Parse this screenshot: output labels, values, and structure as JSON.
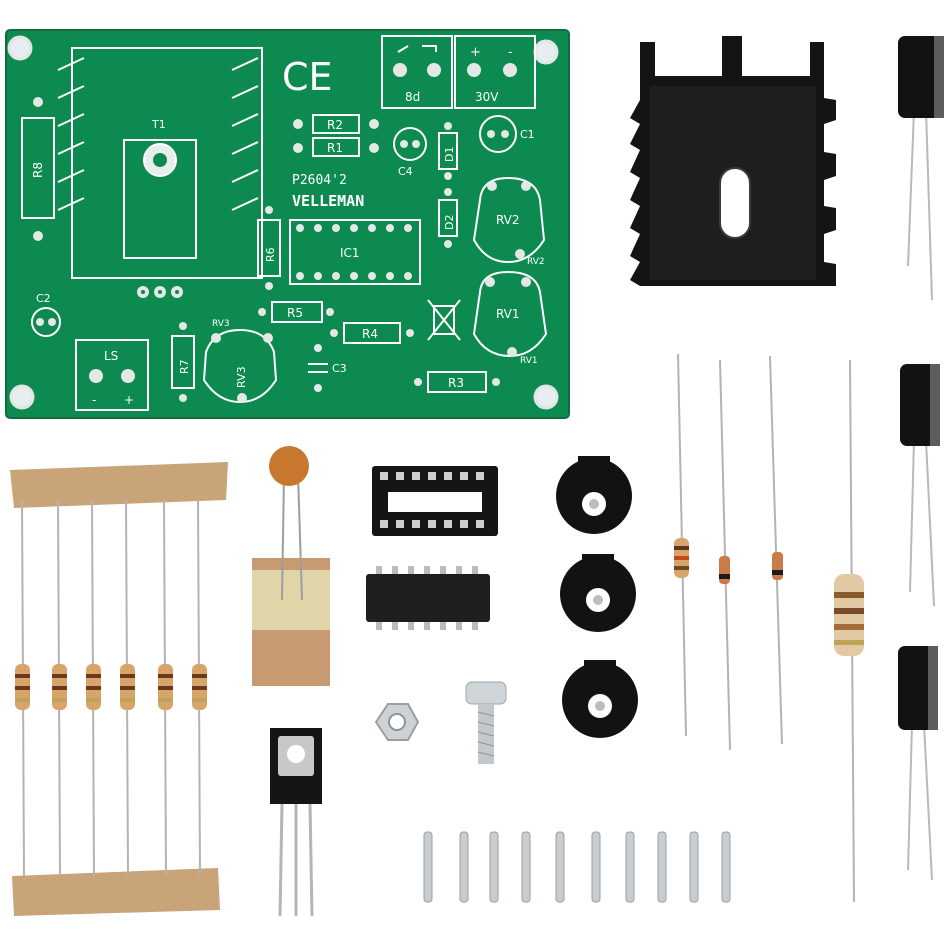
{
  "photo": {
    "background": "#ffffff",
    "pcb_color": "#0d8a4e"
  },
  "pcb": {
    "title": "P2604'2",
    "brand": "VELLEMAN",
    "ce_mark": "CE",
    "labels": {
      "t1": "T1",
      "r8": "R8",
      "r2": "R2",
      "r1": "R1",
      "c4": "C4",
      "d1": "D1",
      "d2": "D2",
      "c1": "C1",
      "rv2": "RV2",
      "rv2_pin": "RV2",
      "rv1": "RV1",
      "rv1_pin": "RV1",
      "ic1": "IC1",
      "r6": "R6",
      "r5": "R5",
      "r4": "R4",
      "r3": "R3",
      "r7": "R7",
      "rv3": "RV3",
      "rv3_top": "RV3",
      "c3": "C3",
      "c2": "C2",
      "ls": "LS",
      "ls_minus": "-",
      "ls_plus": "+",
      "dc_plus": "+",
      "dc_minus": "-",
      "supply": "30V",
      "output": "8d"
    }
  }
}
